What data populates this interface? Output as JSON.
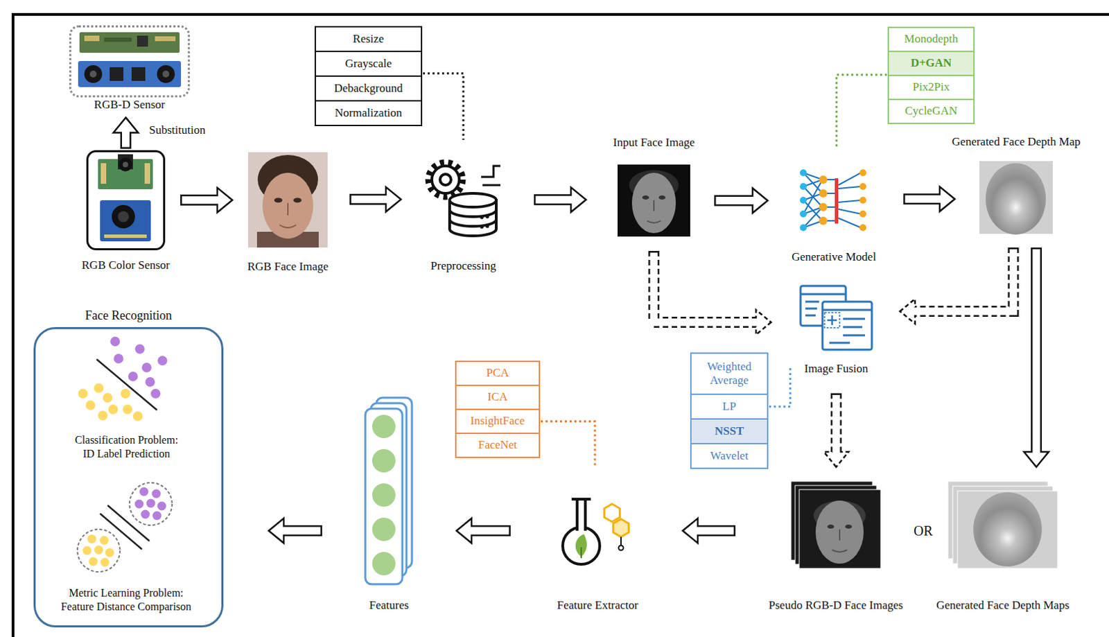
{
  "diagram": {
    "nodes": [
      {
        "text": [
          "RGB-D Sensor"
        ]
      },
      {
        "text": [
          "RGB Color Sensor"
        ]
      },
      {
        "text": [
          "RGB Face Image"
        ]
      },
      {
        "text": [
          "Resize"
        ]
      },
      {
        "text": [
          "Grayscale"
        ]
      },
      {
        "text": [
          "Debackground"
        ]
      },
      {
        "text": [
          "Normalization"
        ]
      },
      {
        "text": [
          "Preprocessing"
        ]
      },
      {
        "text": [
          "Input Face Image"
        ]
      },
      {
        "text": [
          "Generative Model"
        ]
      },
      {
        "text": [
          "Monodepth"
        ]
      },
      {
        "text": [
          "D+GAN"
        ]
      },
      {
        "text": [
          "Pix2Pix"
        ]
      },
      {
        "text": [
          "CycleGAN"
        ]
      },
      {
        "text": [
          "Generated Face Depth Map"
        ]
      },
      {
        "text": [
          "Image Fusion"
        ]
      },
      {
        "text": [
          "Weighted Average"
        ]
      },
      {
        "text": [
          "LP"
        ]
      },
      {
        "text": [
          "NSST"
        ]
      },
      {
        "text": [
          "Wavelet"
        ]
      },
      {
        "text": [
          "Pseudo RGB-D Face Images"
        ]
      },
      {
        "text": [
          "Generated Face Depth Maps"
        ]
      },
      {
        "text": [
          "Feature Extractor"
        ]
      },
      {
        "text": [
          "PCA"
        ]
      },
      {
        "text": [
          "ICA"
        ]
      },
      {
        "text": [
          "InsightFace"
        ]
      },
      {
        "text": [
          "FaceNet"
        ]
      },
      {
        "text": [
          "Features"
        ]
      },
      {
        "text": [
          "Face Recognition",
          "Classification Problem: ID Label Prediction",
          "Metric Learning Problem: Feature Distance Comparison"
        ]
      }
    ],
    "edges": [
      {
        "from": 1,
        "to": 0,
        "label": "Substitution",
        "arrow": "to"
      },
      {
        "from": 1,
        "to": 2,
        "arrow": "to"
      },
      {
        "from": 2,
        "to": 7,
        "arrow": "to"
      },
      {
        "from": 7,
        "to": 8,
        "arrow": "to"
      },
      {
        "from": 8,
        "to": 9,
        "arrow": "to"
      },
      {
        "from": 9,
        "to": 14,
        "arrow": "to"
      },
      {
        "from": 8,
        "to": 15,
        "arrow": "to"
      },
      {
        "from": 14,
        "to": 15,
        "arrow": "to"
      },
      {
        "from": 15,
        "to": 20,
        "arrow": "to"
      },
      {
        "from": 14,
        "to": 21,
        "arrow": "to"
      },
      {
        "from": 20,
        "to": 22,
        "arrow": "to"
      },
      {
        "from": 22,
        "to": 27,
        "arrow": "to"
      },
      {
        "from": 27,
        "to": 28,
        "arrow": "to"
      },
      {
        "from": 4,
        "to": 7,
        "arrow": "none"
      },
      {
        "from": 11,
        "to": 9,
        "arrow": "none"
      },
      {
        "from": 17,
        "to": 15,
        "arrow": "none"
      },
      {
        "from": 25,
        "to": 22,
        "arrow": "none"
      }
    ],
    "labels": [
      "OR"
    ]
  }
}
